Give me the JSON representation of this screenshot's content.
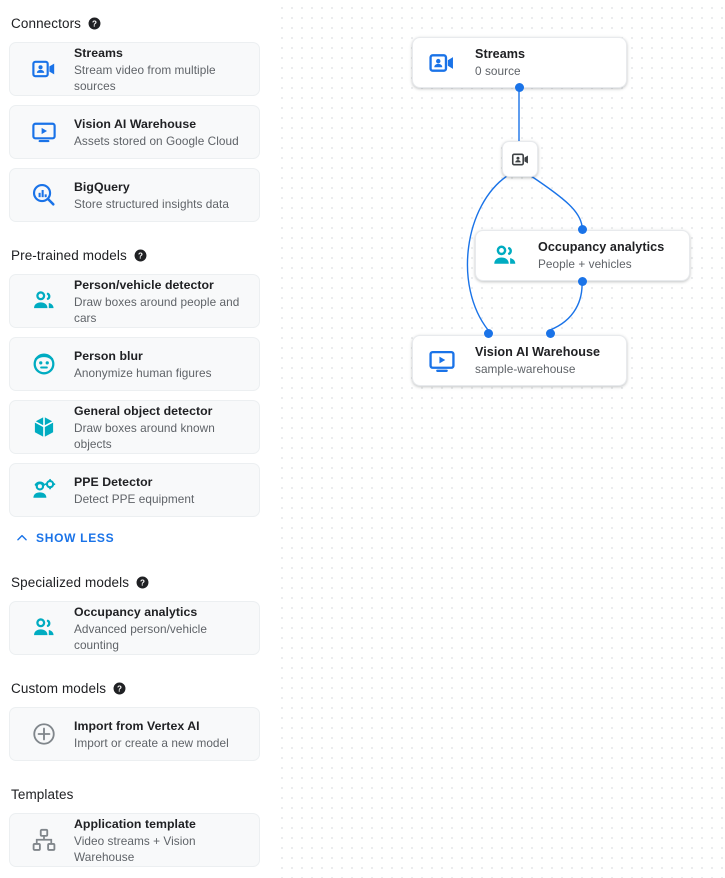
{
  "sidebar": {
    "sections": [
      {
        "id": "connectors",
        "title": "Connectors",
        "has_help": true,
        "help_icon": "help-circle-icon",
        "items": [
          {
            "title": "Streams",
            "subtitle": "Stream video from multiple sources",
            "icon": "video-camera-person-icon",
            "color": "#1a73e8"
          },
          {
            "title": "Vision AI Warehouse",
            "subtitle": "Assets stored on Google Cloud",
            "icon": "monitor-play-icon",
            "color": "#1a73e8"
          },
          {
            "title": "BigQuery",
            "subtitle": "Store structured insights data",
            "icon": "bigquery-magnifier-icon",
            "color": "#1a73e8"
          }
        ]
      },
      {
        "id": "pretrained-models",
        "title": "Pre-trained models",
        "has_help": true,
        "help_icon": "help-circle-icon",
        "items": [
          {
            "title": "Person/vehicle detector",
            "subtitle": "Draw boxes around people and cars",
            "icon": "people-group-icon",
            "color": "#00ACC1"
          },
          {
            "title": "Person blur",
            "subtitle": "Anonymize human figures",
            "icon": "face-circle-icon",
            "color": "#00ACC1"
          },
          {
            "title": "General object detector",
            "subtitle": "Draw boxes around known objects",
            "icon": "cube-3d-icon",
            "color": "#00ACC1"
          },
          {
            "title": "PPE Detector",
            "subtitle": "Detect PPE equipment",
            "icon": "ppe-person-icon",
            "color": "#00ACC1"
          }
        ]
      },
      {
        "id": "specialized-models",
        "title": "Specialized models",
        "has_help": true,
        "help_icon": "help-circle-icon",
        "items": [
          {
            "title": "Occupancy analytics",
            "subtitle": "Advanced person/vehicle counting",
            "icon": "people-group-icon",
            "color": "#00ACC1"
          }
        ]
      },
      {
        "id": "custom-models",
        "title": "Custom models",
        "has_help": true,
        "help_icon": "help-circle-icon",
        "items": [
          {
            "title": "Import from Vertex AI",
            "subtitle": "Import or create a new model",
            "icon": "plus-circle-icon",
            "color": "#80868b"
          }
        ]
      },
      {
        "id": "templates",
        "title": "Templates",
        "has_help": false,
        "items": [
          {
            "title": "Application template",
            "subtitle": "Video streams + Vision Warehouse",
            "icon": "hierarchy-icon",
            "color": "#80868b"
          }
        ]
      }
    ],
    "show_less": {
      "label": "SHOW LESS",
      "icon": "chevron-up-icon",
      "color": "#1a73e8"
    }
  },
  "canvas": {
    "nodes": [
      {
        "id": "streams",
        "title": "Streams",
        "subtitle": "0 source",
        "icon": "video-camera-person-icon",
        "color": "#1a73e8"
      },
      {
        "id": "occupancy",
        "title": "Occupancy analytics",
        "subtitle": "People + vehicles",
        "icon": "people-group-icon",
        "color": "#00ACC1"
      },
      {
        "id": "warehouse",
        "title": "Vision AI Warehouse",
        "subtitle": "sample-warehouse",
        "icon": "monitor-play-icon",
        "color": "#1a73e8"
      }
    ],
    "badge": {
      "id": "stream-badge",
      "icon": "video-camera-person-icon",
      "color": "#3c4043"
    },
    "edge_color": "#1a73e8",
    "port_color": "#1a73e8"
  }
}
